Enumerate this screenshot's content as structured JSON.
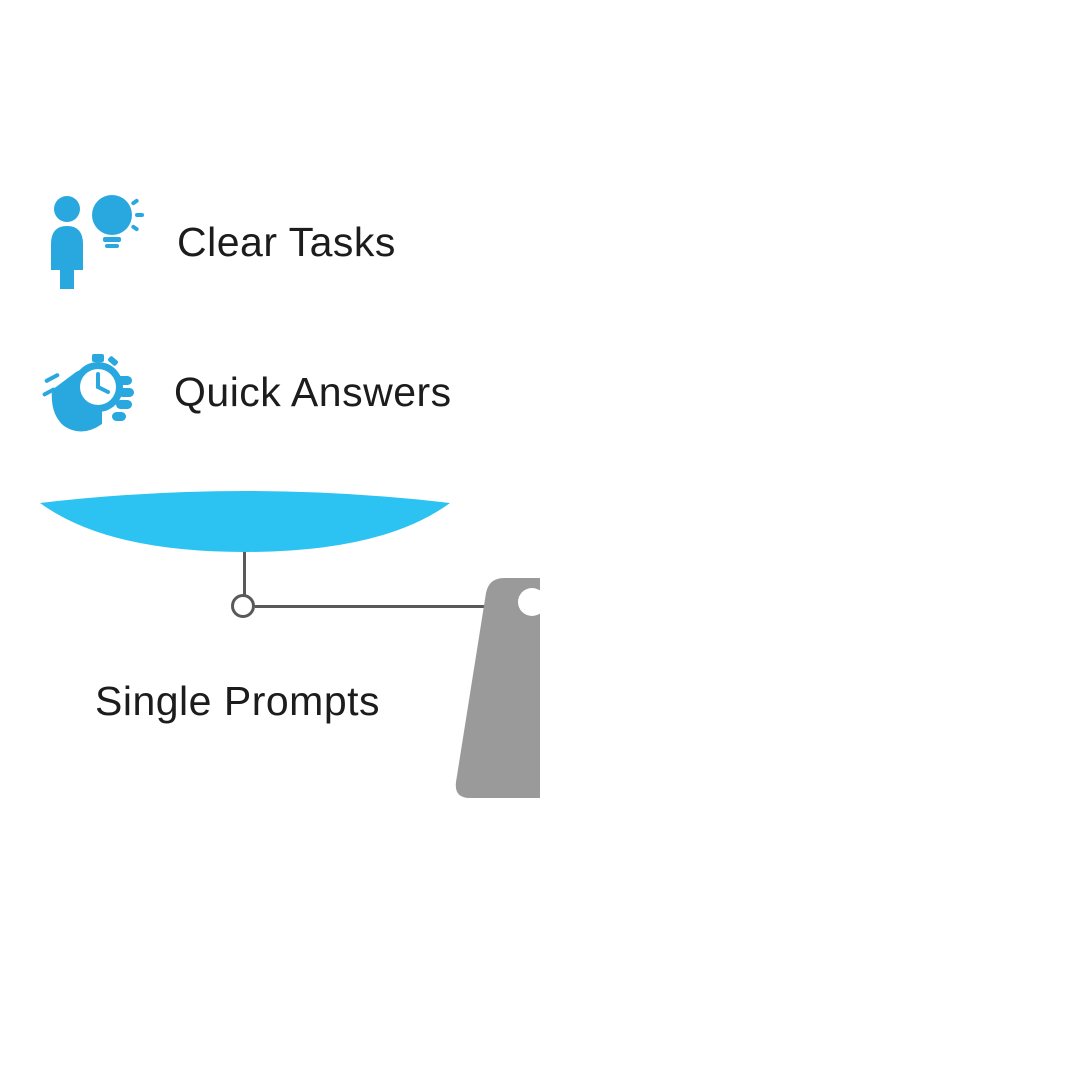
{
  "infographic": {
    "items": [
      {
        "label": "Clear Tasks",
        "icon": "person-lightbulb-icon"
      },
      {
        "label": "Quick Answers",
        "icon": "hand-stopwatch-icon"
      }
    ],
    "pan_label": "Single Prompts"
  },
  "colors": {
    "icon_blue": "#29a8e0",
    "pan_cyan": "#2cc3f2",
    "stand_gray": "#9a9a9a",
    "beam_gray": "#58595b",
    "text": "#1c1c1c",
    "background": "#ffffff"
  }
}
